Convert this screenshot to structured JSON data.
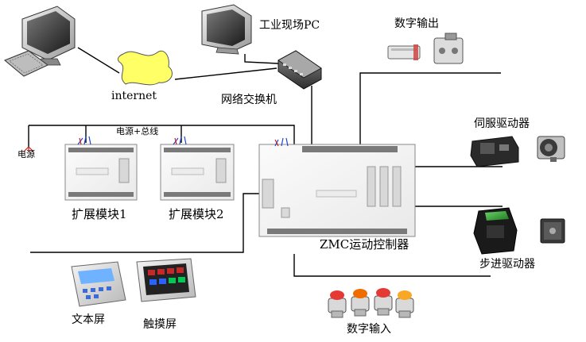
{
  "labels": {
    "industrial_pc": "工业现场PC",
    "digital_output": "数字输出",
    "internet": "internet",
    "network_switch": "网络交换机",
    "power_bus": "电源+总线",
    "power": "电源",
    "servo_driver": "伺服驱动器",
    "expansion_module_1": "扩展模块1",
    "expansion_module_2": "扩展模块2",
    "zmc_controller": "ZMC运动控制器",
    "stepper_driver": "步进驱动器",
    "text_screen": "文本屏",
    "touch_screen": "触摸屏",
    "digital_input": "数字输入"
  }
}
